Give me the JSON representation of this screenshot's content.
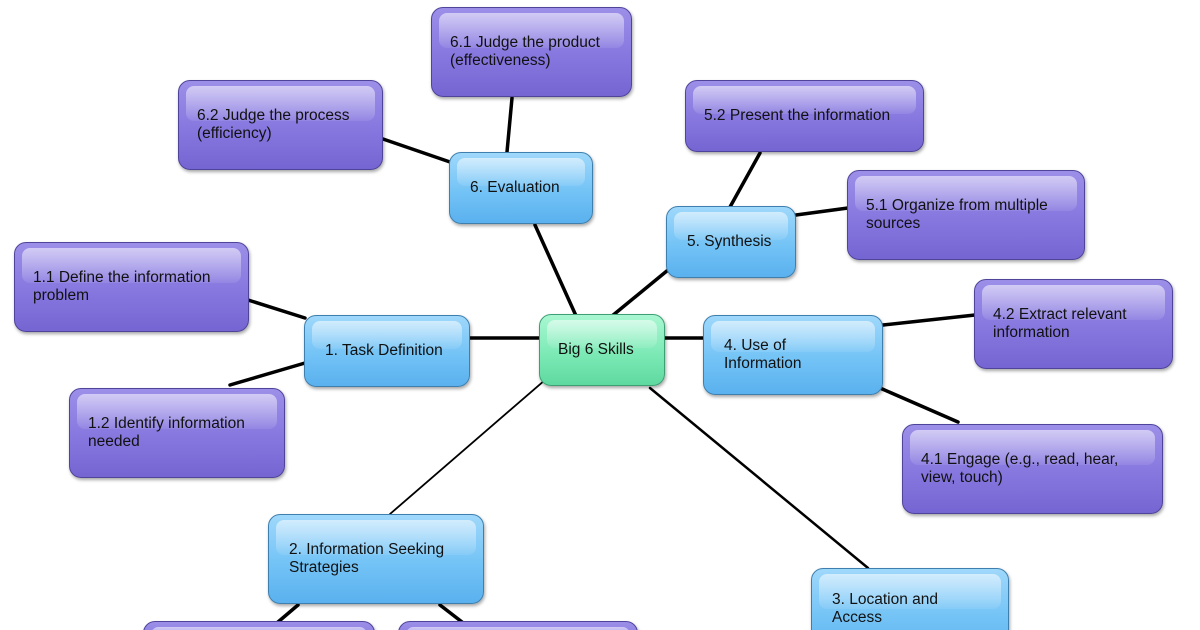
{
  "center": {
    "label": "Big 6 Skills"
  },
  "categories": {
    "task_definition": "1. Task Definition",
    "info_seeking": "2. Information Seeking Strategies",
    "location_access": "3. Location and Access",
    "use_of_info": "4. Use of Information",
    "synthesis": "5. Synthesis",
    "evaluation": "6. Evaluation"
  },
  "subskills": {
    "s1_1": "1.1 Define the information problem",
    "s1_2": "1.2 Identify information needed",
    "s4_1": "4.1 Engage (e.g., read, hear, view, touch)",
    "s4_2": "4.2 Extract relevant information",
    "s5_1": "5.1 Organize from multiple sources",
    "s5_2": "5.2 Present the information",
    "s6_1": "6.1 Judge the product (effectiveness)",
    "s6_2": "6.2 Judge the process (efficiency)"
  },
  "colors": {
    "center": "#7deab6",
    "category": "#73c3f6",
    "subskill": "#8677df",
    "connector": "#000000"
  }
}
